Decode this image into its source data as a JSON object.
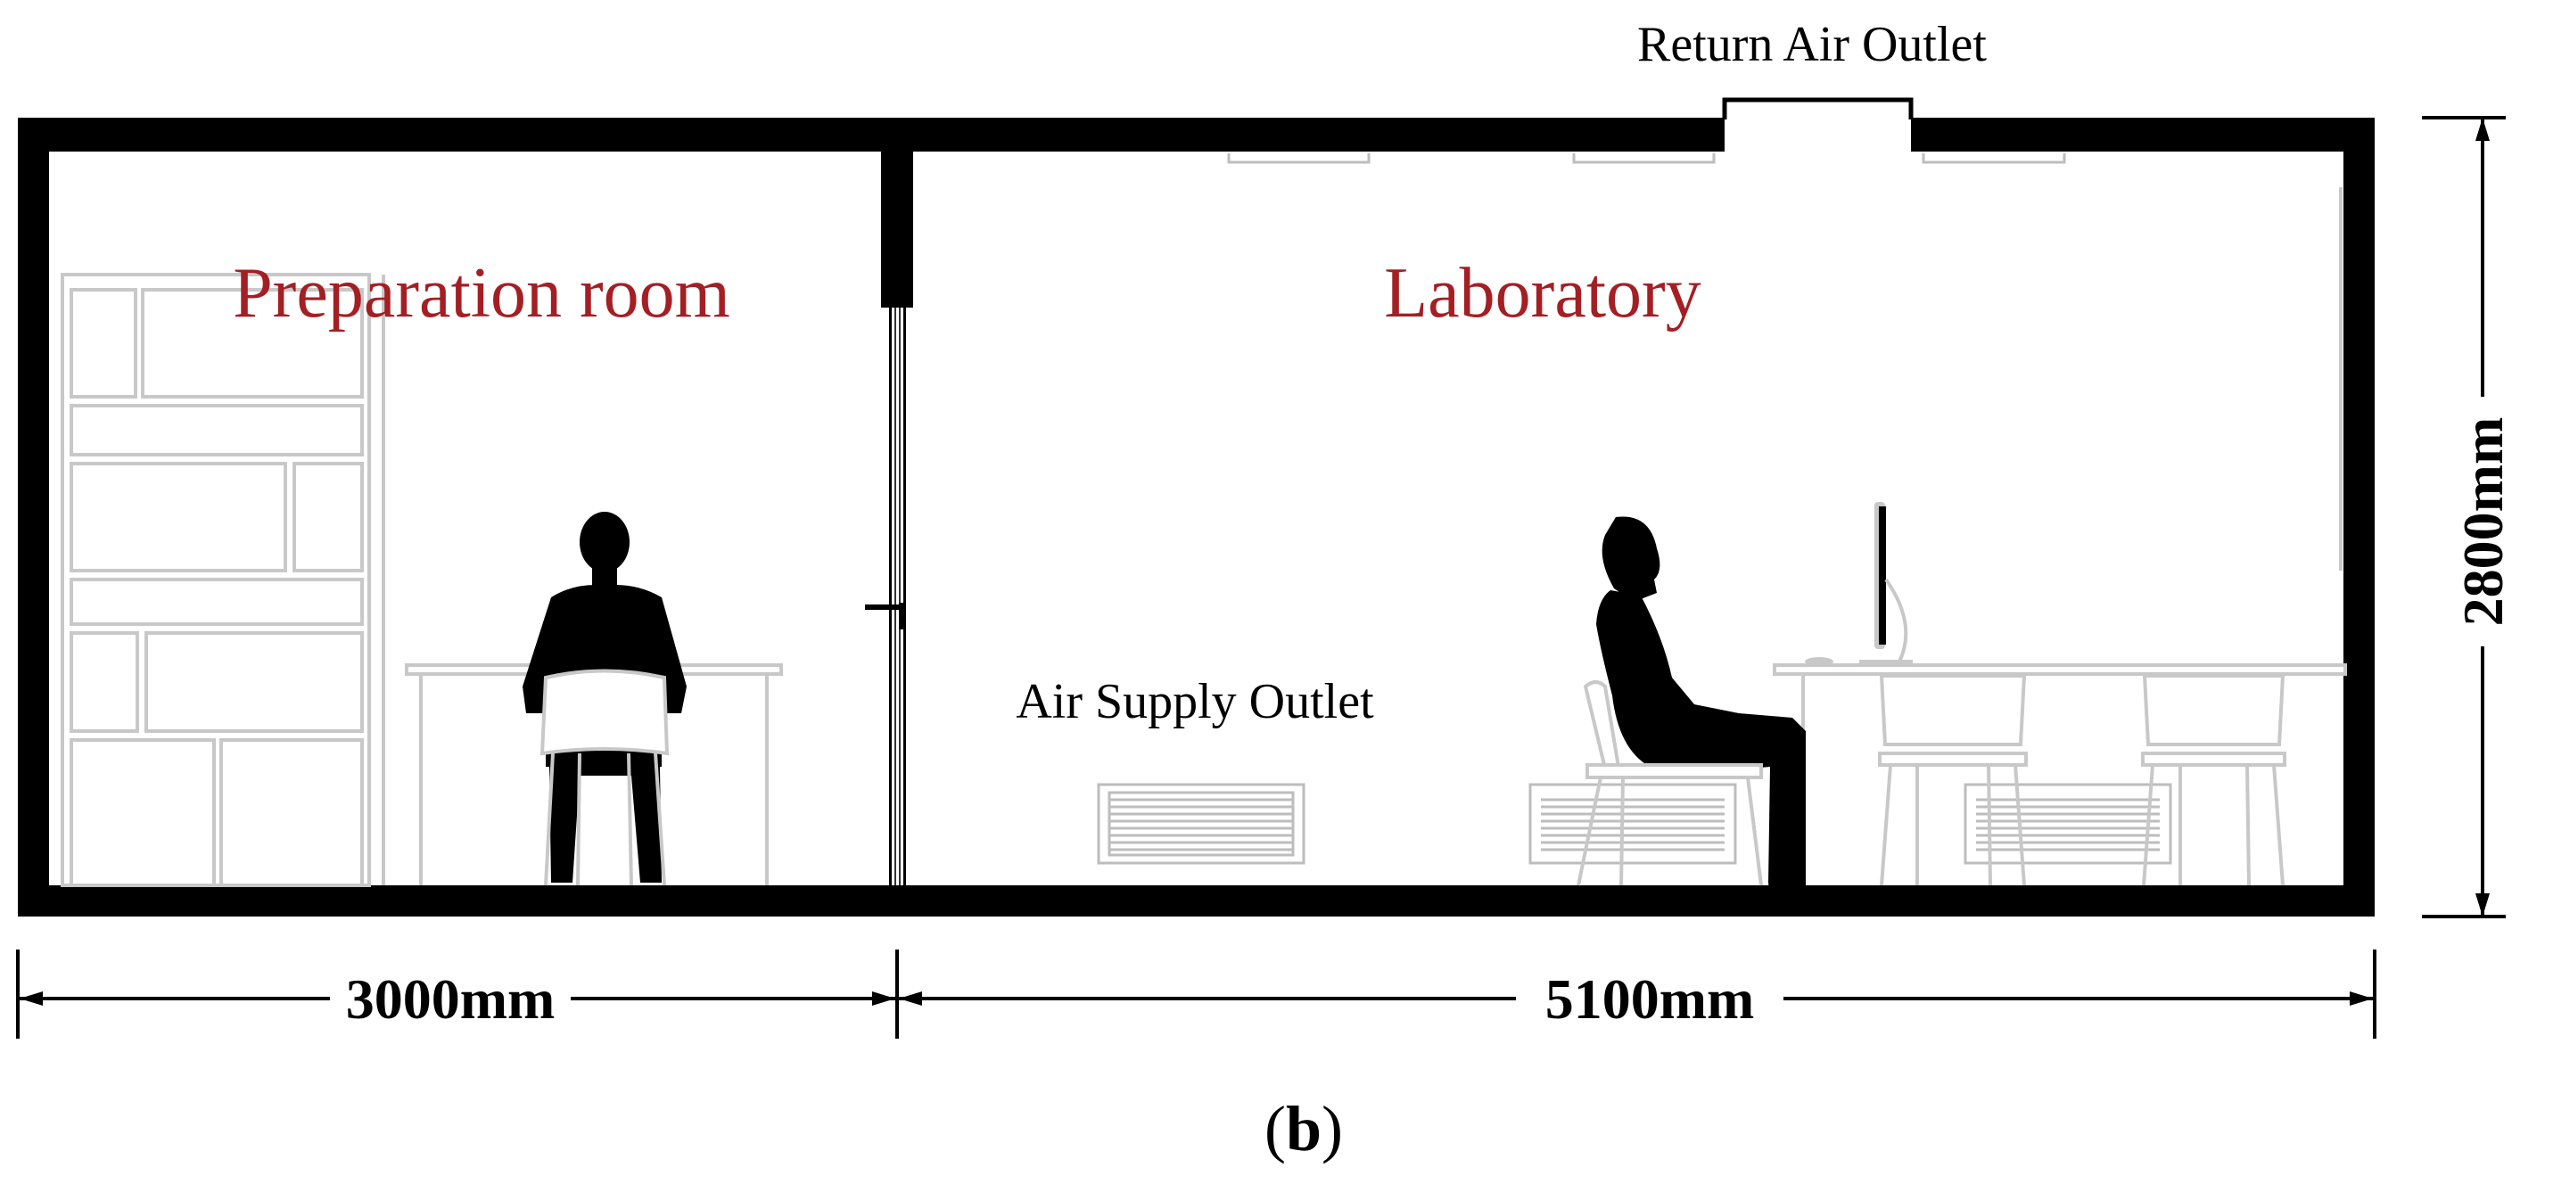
{
  "labels": {
    "return_air_outlet": "Return Air Outlet",
    "preparation_room": "Preparation room",
    "laboratory": "Laboratory",
    "air_supply_outlet": "Air Supply Outlet",
    "dim_height": "2800mm",
    "dim_prep_width": "3000mm",
    "dim_lab_width": "5100mm",
    "panel_label_open": "(",
    "panel_label_letter": "b",
    "panel_label_close": ")"
  },
  "colors": {
    "room_label": "#a31f24",
    "wall": "#000000",
    "furniture_line": "#c8c8c8",
    "text": "#000000"
  }
}
